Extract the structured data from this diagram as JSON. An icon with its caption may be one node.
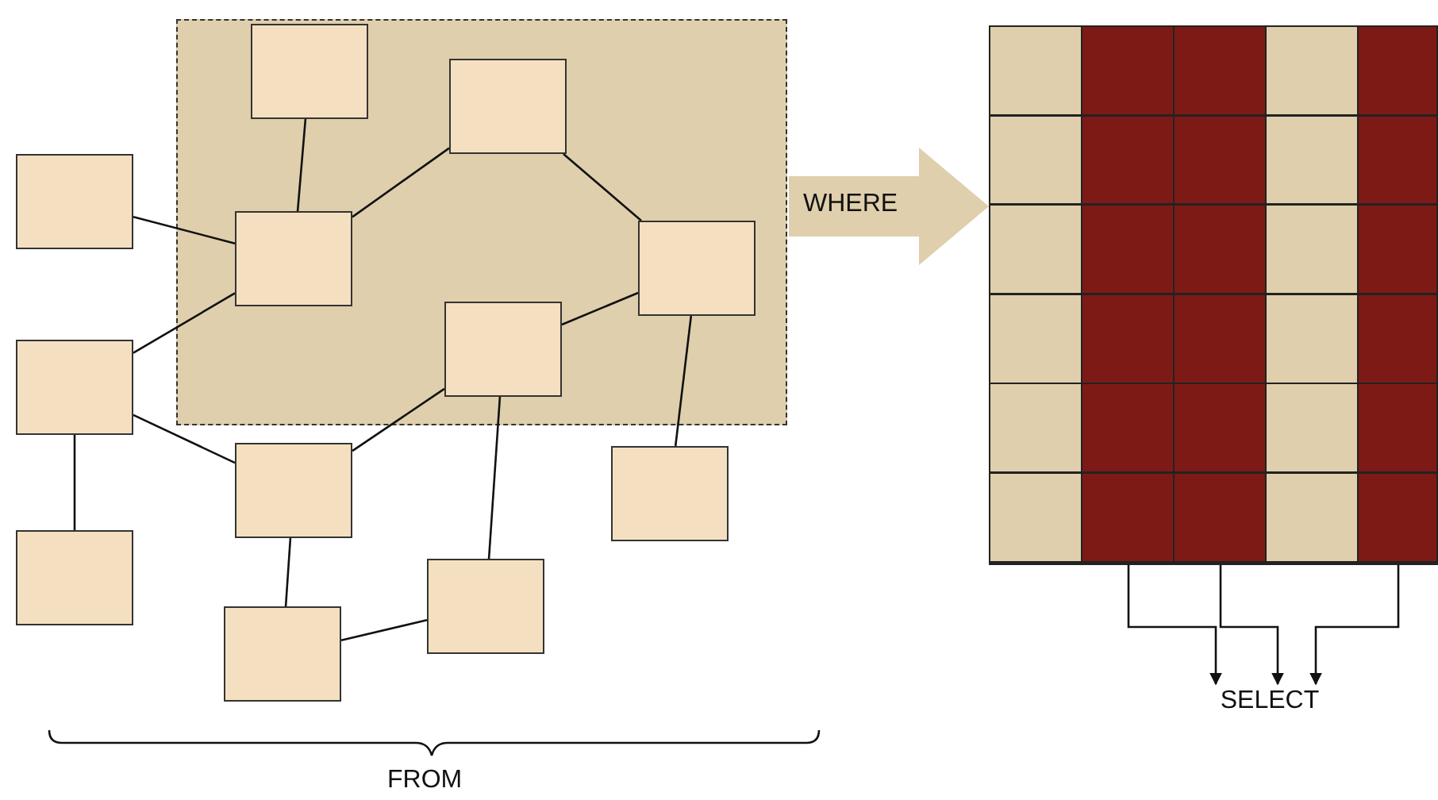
{
  "diagram": {
    "nodes": [
      {
        "text": [],
        "shape": "box"
      },
      {
        "text": [],
        "shape": "box",
        "in": 0
      },
      {
        "text": [],
        "shape": "box",
        "in": 0
      },
      {
        "text": [],
        "shape": "box"
      },
      {
        "text": [],
        "shape": "box",
        "in": 0
      },
      {
        "text": [],
        "shape": "box",
        "in": 0
      },
      {
        "text": [],
        "shape": "box",
        "in": 0
      },
      {
        "text": [],
        "shape": "box"
      },
      {
        "text": [],
        "shape": "box"
      },
      {
        "text": [],
        "shape": "box"
      },
      {
        "text": [],
        "shape": "box"
      },
      {
        "text": [],
        "shape": "box"
      },
      {
        "text": [],
        "shape": "box"
      },
      {
        "text": [],
        "shape": "box"
      },
      {
        "text": [],
        "shape": "bar",
        "in": 13
      },
      {
        "text": [],
        "shape": "bar",
        "in": 13
      },
      {
        "text": [],
        "shape": "bar",
        "in": 13
      },
      {
        "text": [],
        "shape": "bar",
        "in": 13
      },
      {
        "text": [],
        "shape": "bar",
        "in": 13
      },
      {
        "text": [
          "SELECT"
        ]
      }
    ],
    "edges": [
      {
        "from": 1,
        "to": 4,
        "arrow": "none"
      },
      {
        "from": 3,
        "to": 4,
        "arrow": "none"
      },
      {
        "from": 4,
        "to": 2,
        "arrow": "none"
      },
      {
        "from": 2,
        "to": 5,
        "arrow": "none"
      },
      {
        "from": 5,
        "to": 6,
        "arrow": "none"
      },
      {
        "from": 5,
        "to": 9,
        "arrow": "none"
      },
      {
        "from": 7,
        "to": 4,
        "arrow": "none"
      },
      {
        "from": 7,
        "to": 8,
        "arrow": "none"
      },
      {
        "from": 7,
        "to": 10,
        "arrow": "none"
      },
      {
        "from": 8,
        "to": 6,
        "arrow": "none"
      },
      {
        "from": 6,
        "to": 11,
        "arrow": "none"
      },
      {
        "from": 8,
        "to": 12,
        "arrow": "none"
      },
      {
        "from": 12,
        "to": 11,
        "arrow": "none"
      },
      {
        "from": 0,
        "to": 13,
        "arrow": "to",
        "label": "WHERE",
        "style": "thick",
        "color": "#dfcfac"
      },
      {
        "from": 15,
        "to": 19,
        "arrow": "to"
      },
      {
        "from": 16,
        "to": 19,
        "arrow": "to"
      },
      {
        "from": 18,
        "to": 19,
        "arrow": "to"
      }
    ],
    "labels": [
      "FROM"
    ]
  }
}
